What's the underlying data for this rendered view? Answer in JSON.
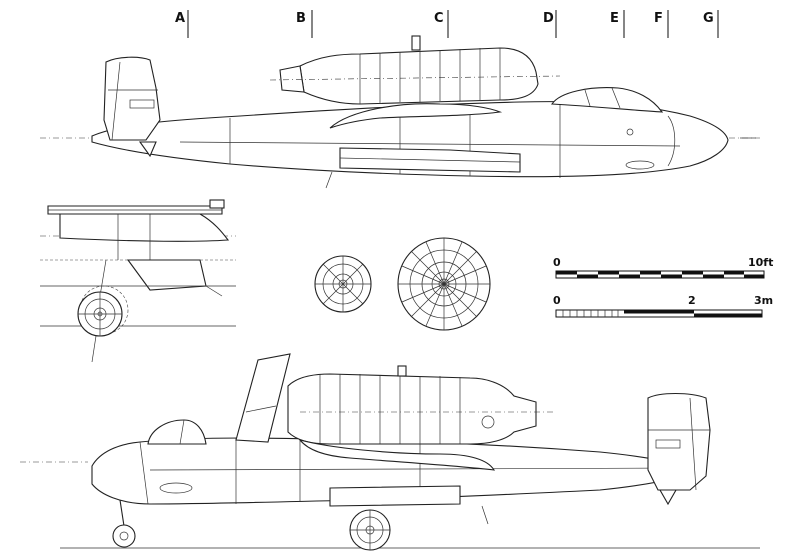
{
  "section_labels": [
    "A",
    "B",
    "C",
    "D",
    "E",
    "F",
    "G"
  ],
  "scale_bar_feet": {
    "start_label": "0",
    "end_label": "10ft"
  },
  "scale_bar_metres": {
    "start_label": "0",
    "mid_label": "2",
    "end_label": "3m"
  }
}
